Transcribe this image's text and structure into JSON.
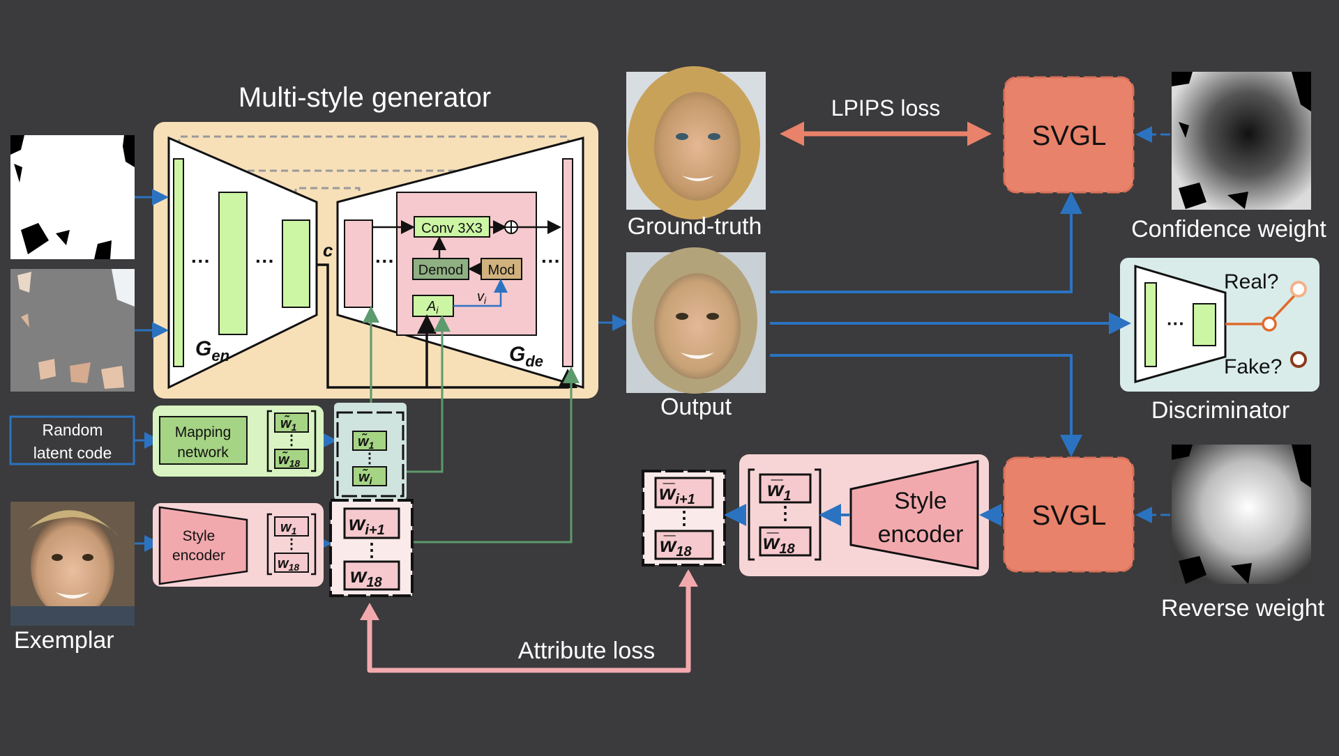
{
  "generator": {
    "title": "Multi-style generator",
    "encoder_label": "G",
    "encoder_sub": "en",
    "decoder_label": "G",
    "decoder_sub": "de",
    "bottleneck": "c",
    "dots": "···",
    "conv_label": "Conv 3X3",
    "demod_label": "Demod",
    "mod_label": "Mod",
    "affine_label": "A",
    "affine_sub": "i",
    "v_label": "v",
    "v_sub": "i"
  },
  "inputs": {
    "random_latent_line1": "Random",
    "random_latent_line2": "latent code",
    "exemplar_label": "Exemplar"
  },
  "mapping": {
    "line1": "Mapping",
    "line2": "network",
    "w_first": "w̃",
    "w_first_sub": "1",
    "w_last": "w̃",
    "w_last_sub": "18",
    "w_mid": "w̃",
    "w_mid_sub1": "1",
    "w_mid_sub2": "i"
  },
  "style_encoder_small": {
    "line1": "Style",
    "line2": "encoder",
    "w_first": "w",
    "w_first_sub": "1",
    "w_last": "w",
    "w_last_sub": "18",
    "w_next": "w",
    "w_next_sub": "i+1",
    "w_end": "w",
    "w_end_sub": "18"
  },
  "outputs": {
    "ground_truth_label": "Ground-truth",
    "output_label": "Output",
    "lpips_label": "LPIPS loss",
    "svgl_label": "SVGL",
    "confidence_label": "Confidence weight",
    "reverse_label": "Reverse weight",
    "discriminator_label": "Discriminator",
    "real_label": "Real?",
    "fake_label": "Fake?",
    "attribute_loss_label": "Attribute loss"
  },
  "style_encoder_large": {
    "line1": "Style",
    "line2": "encoder",
    "wbar_first": "w̅",
    "wbar_first_sub": "1",
    "wbar_last": "w̅",
    "wbar_last_sub": "18",
    "wbar_next": "w̅",
    "wbar_next_sub": "i+1",
    "wbar_end": "w̅",
    "wbar_end_sub": "18"
  },
  "colors": {
    "background": "#3b3a3c",
    "generator_panel": "#f7dfb8",
    "green_block": "#ccf5a4",
    "pink_block": "#f5c9cd",
    "svgl": "#e8826a",
    "arrow_blue": "#2b73c1",
    "arrow_pink": "#f2a9ae",
    "arrow_orange": "#e8826a",
    "arrow_green": "#5d9a6d",
    "discriminator_panel": "#d9ece9"
  }
}
